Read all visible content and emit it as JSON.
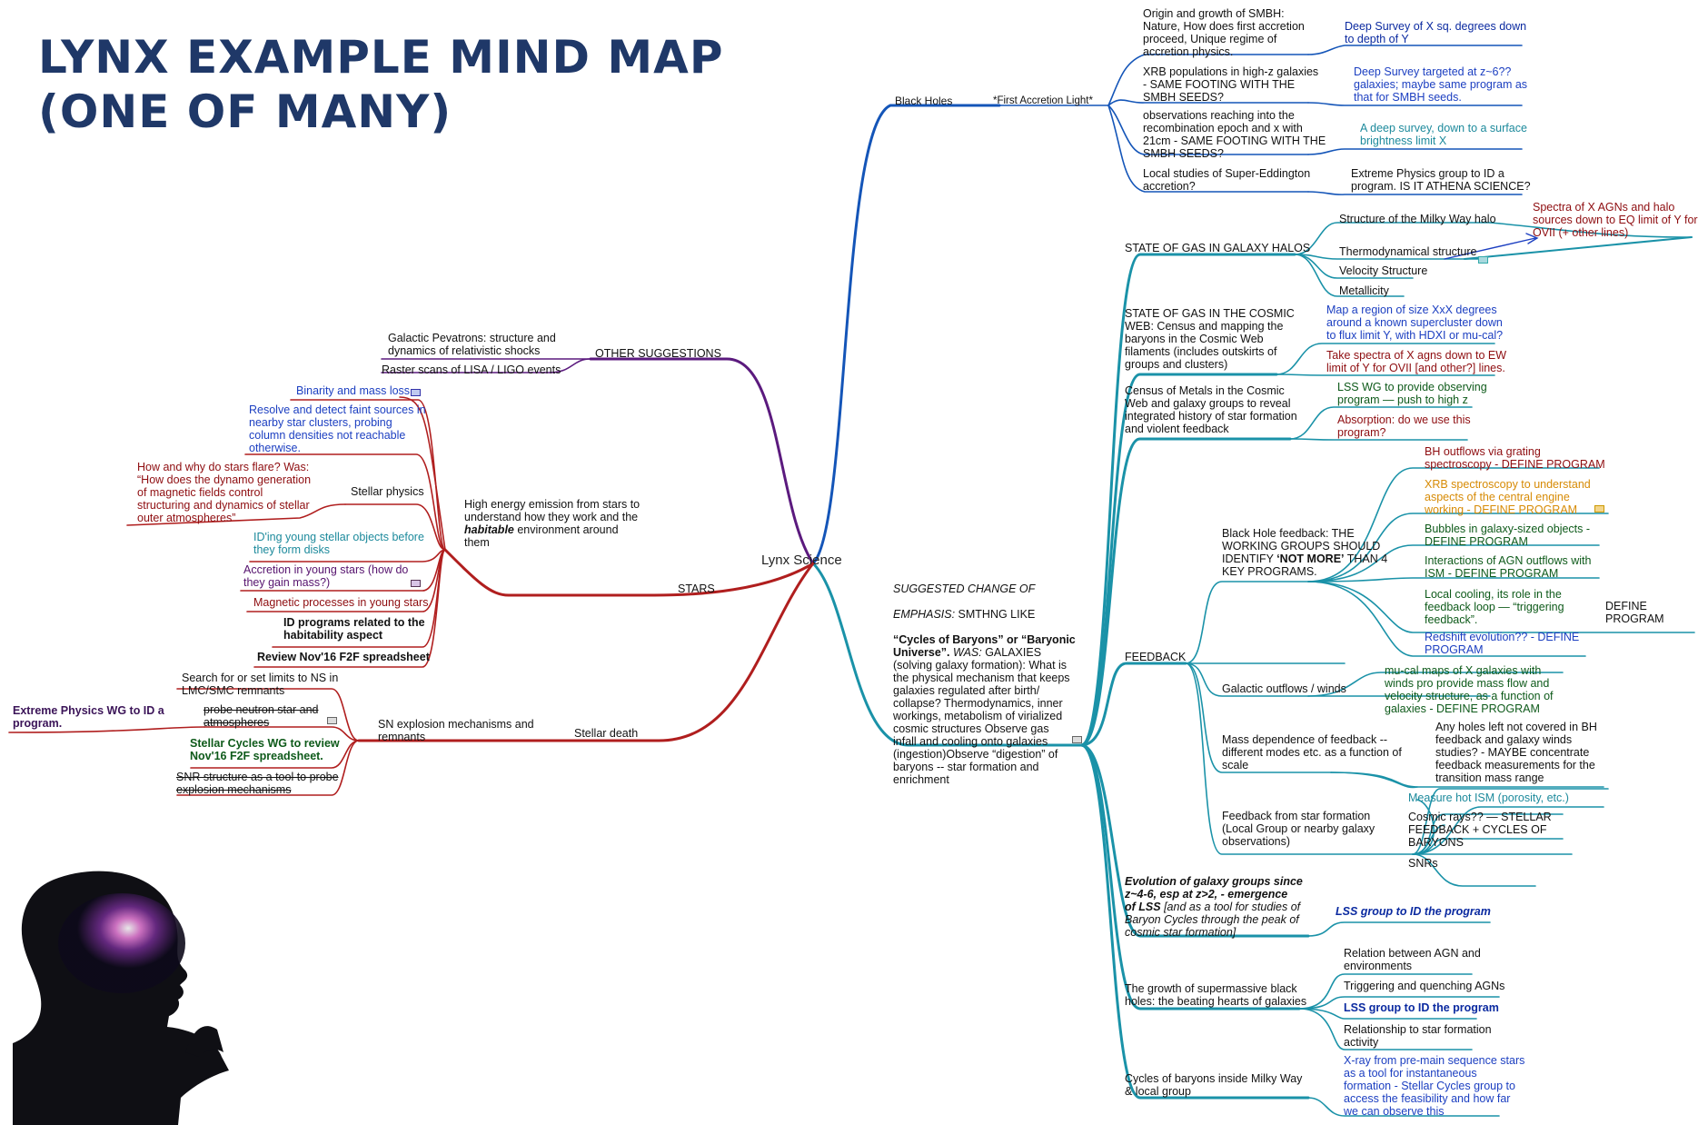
{
  "title": {
    "line1": "LYNX EXAMPLE MIND MAP",
    "line2": "(ONE OF MANY)"
  },
  "center": "Lynx Science",
  "branches": {
    "black_holes": {
      "label": "Black Holes",
      "sub": "*First Accretion Light*",
      "n1": "Origin and growth of SMBH:\nNature, How does first accretion\nproceed, Unique regime of\naccretion physics.",
      "n1a": "Deep Survey of X sq. degrees down\nto depth of Y",
      "n2": "XRB populations in high-z galaxies\n- SAME FOOTING WITH THE\nSMBH SEEDS?",
      "n2a": "Deep Survey targeted at z~6??\ngalaxies; maybe same program as\nthat for SMBH seeds.",
      "n3": "observations reaching into the\nrecombination epoch and x with\n21cm - SAME FOOTING WITH THE\nSMBH SEEDS?",
      "n3a": "A deep survey, down to a surface\nbrightness limit X",
      "n4": "Local studies of Super-Eddington\naccretion?",
      "n4a": "Extreme Physics group to ID a\nprogram. IS IT ATHENA SCIENCE?"
    },
    "gas_halos": {
      "label": "STATE OF GAS IN GALAXY HALOS",
      "c1": "Structure of the Milky Way halo",
      "c2": "Thermodynamical structure",
      "c3": "Velocity Structure",
      "c4": "Metallicity",
      "note": "Spectra of X AGNs and halo\nsources down to EQ limit of Y for\nOVII (+ other lines)"
    },
    "cosmic_web": {
      "label": "STATE OF GAS IN THE COSMIC\nWEB: Census and mapping the\nbaryons in the Cosmic Web\nfilaments (includes outskirts of\ngroups and clusters)",
      "c1": "Map a region of size XxX degrees\naround a known supercluster down\nto flux limit Y, with HDXI or mu-cal?",
      "c2": "Take spectra of X agns down to EW\nlimit of Y for OVII [and other?] lines."
    },
    "metals": {
      "label": "Census of Metals in the Cosmic\nWeb and galaxy groups to reveal\nintegrated history of star formation\nand violent feedback",
      "c1": "LSS WG to provide observing\nprogram — push to high z",
      "c2": "Absorption: do we use this\nprogram?"
    },
    "baryons": {
      "line1": "SUGGESTED CHANGE OF",
      "line2": "EMPHASIS:",
      "line2b": " SMTHNG LIKE",
      "line3": "“Cycles of Baryons” or “Baryonic\nUniverse”.",
      "line3b": " WAS:",
      "line3c": " GALAXIES\n(solving galaxy formation): What is\nthe physical mechanism that keeps\ngalaxies regulated after birth/\ncollapse? Thermodynamics, inner\nworkings, metabolism of virialized\ncosmic structures Observe gas\ninfall and cooling onto galaxies\n(ingestion)Observe  “digestion” of\nbaryons -- star formation and\nenrichment"
    },
    "feedback": {
      "label": "FEEDBACK",
      "bh": "Black Hole feedback: THE\nWORKING GROUPS SHOULD\nIDENTIFY ",
      "bh_bold": "‘NOT MORE’",
      "bh_tail": " THAN 4\nKEY PROGRAMS.",
      "bh1": "BH outflows via grating\nspectroscopy - DEFINE PROGRAM",
      "bh2": "XRB spectroscopy to understand\naspects of the central engine\nworking - DEFINE PROGRAM",
      "bh3": "Bubbles in galaxy-sized objects -\nDEFINE PROGRAM",
      "bh4": "Interactions of AGN outflows with\nISM - DEFINE PROGRAM",
      "bh5": "Local cooling, its role in the\nfeedback loop — “triggering\nfeedback”.",
      "bh5a": "DEFINE PROGRAM",
      "bh6": "Redshift evolution?? - DEFINE\nPROGRAM",
      "go": "Galactic outflows / winds",
      "go1": "mu-cal maps of X galaxies with\nwinds pro provide mass flow and\nvelocity structure, as a function of\ngalaxies - DEFINE PROGRAM",
      "md": "Mass dependence of feedback --\ndifferent modes etc. as a function of\nscale",
      "md1": "Any holes left not covered in BH\nfeedback and galaxy winds\nstudies? - MAYBE concentrate\nfeedback measurements for the\ntransition mass range",
      "sf": "Feedback from star formation\n(Local Group or nearby galaxy\nobservations)",
      "sf1": "Measure hot ISM (porosity, etc.)",
      "sf2": "Cosmic rays?? — STELLAR\nFEEDBACK + CYCLES OF\nBARYONS",
      "sf3": "SNRs"
    },
    "evolution": {
      "bold": "Evolution of galaxy groups since\nz~4-6, esp at z>2,  - emergence\nof LSS",
      "tail": " [and as a tool for studies of\nBaryon Cycles through the peak of\ncosmic star formation]",
      "c1": "LSS group to ID the program"
    },
    "smbh": {
      "label": "The growth of supermassive black\nholes: the beating hearts of galaxies",
      "c1": "Relation between AGN and\nenvironments",
      "c2": "Triggering and quenching AGNs",
      "c3": "LSS group to ID the program",
      "c4": "Relationship to star formation\nactivity"
    },
    "milkyway": {
      "label": "Cycles of baryons inside Milky Way\n& local group",
      "c1": "X-ray from pre-main sequence stars\nas a tool for instantaneous\nformation - Stellar Cycles group to\naccess the feasibility and how far\nwe can observe this"
    },
    "other": {
      "label": "OTHER SUGGESTIONS",
      "c1": "Galactic Pevatrons: structure and\ndynamics of relativistic shocks",
      "c2": "Raster scans of LISA / LIGO events"
    },
    "stars": {
      "label": "STARS",
      "hub": "High energy emission from stars to\nunderstand how they work and the\n",
      "hub_b": "habitable",
      "hub_tail": " environment around\nthem",
      "c1": "Binarity and mass loss",
      "c2": "Resolve and detect faint sources in\nnearby star clusters, probing\ncolumn densities not reachable\notherwise.",
      "sp": "Stellar physics",
      "sp1": "How and why do stars flare? Was:\n“How does the dynamo generation\nof magnetic fields control\nstructuring and dynamics of stellar\nouter atmospheres”",
      "c3": "ID'ing young stellar objects before\nthey form disks",
      "c4": "Accretion in young stars (how do\nthey gain mass?)",
      "c5": "Magnetic processes in young stars",
      "c6": "ID programs related to the\nhabitability aspect",
      "c7": "Review Nov'16 F2F spreadsheet"
    },
    "death": {
      "label": "Stellar death",
      "sn": "SN explosion mechanisms and\nremnants",
      "c1": "Search for or set limits to NS in\nLMC/SMC remnants",
      "c2": "probe neutron star and\natmospheres",
      "c2a": "Extreme Physics WG to ID a\nprogram.",
      "c3": "Stellar Cycles WG to review\nNov'16 F2F spreadsheet.",
      "c4": "SNR structure as a tool to probe\nexplosion mechanisms"
    }
  },
  "colors": {
    "title": "#1f3868",
    "black_holes": "#1455b8",
    "cosmic": "#1a92a8",
    "stars": "#b01e1e",
    "other": "#5b1a7e"
  },
  "image": {
    "icon": "woman-silhouette-nebula"
  }
}
